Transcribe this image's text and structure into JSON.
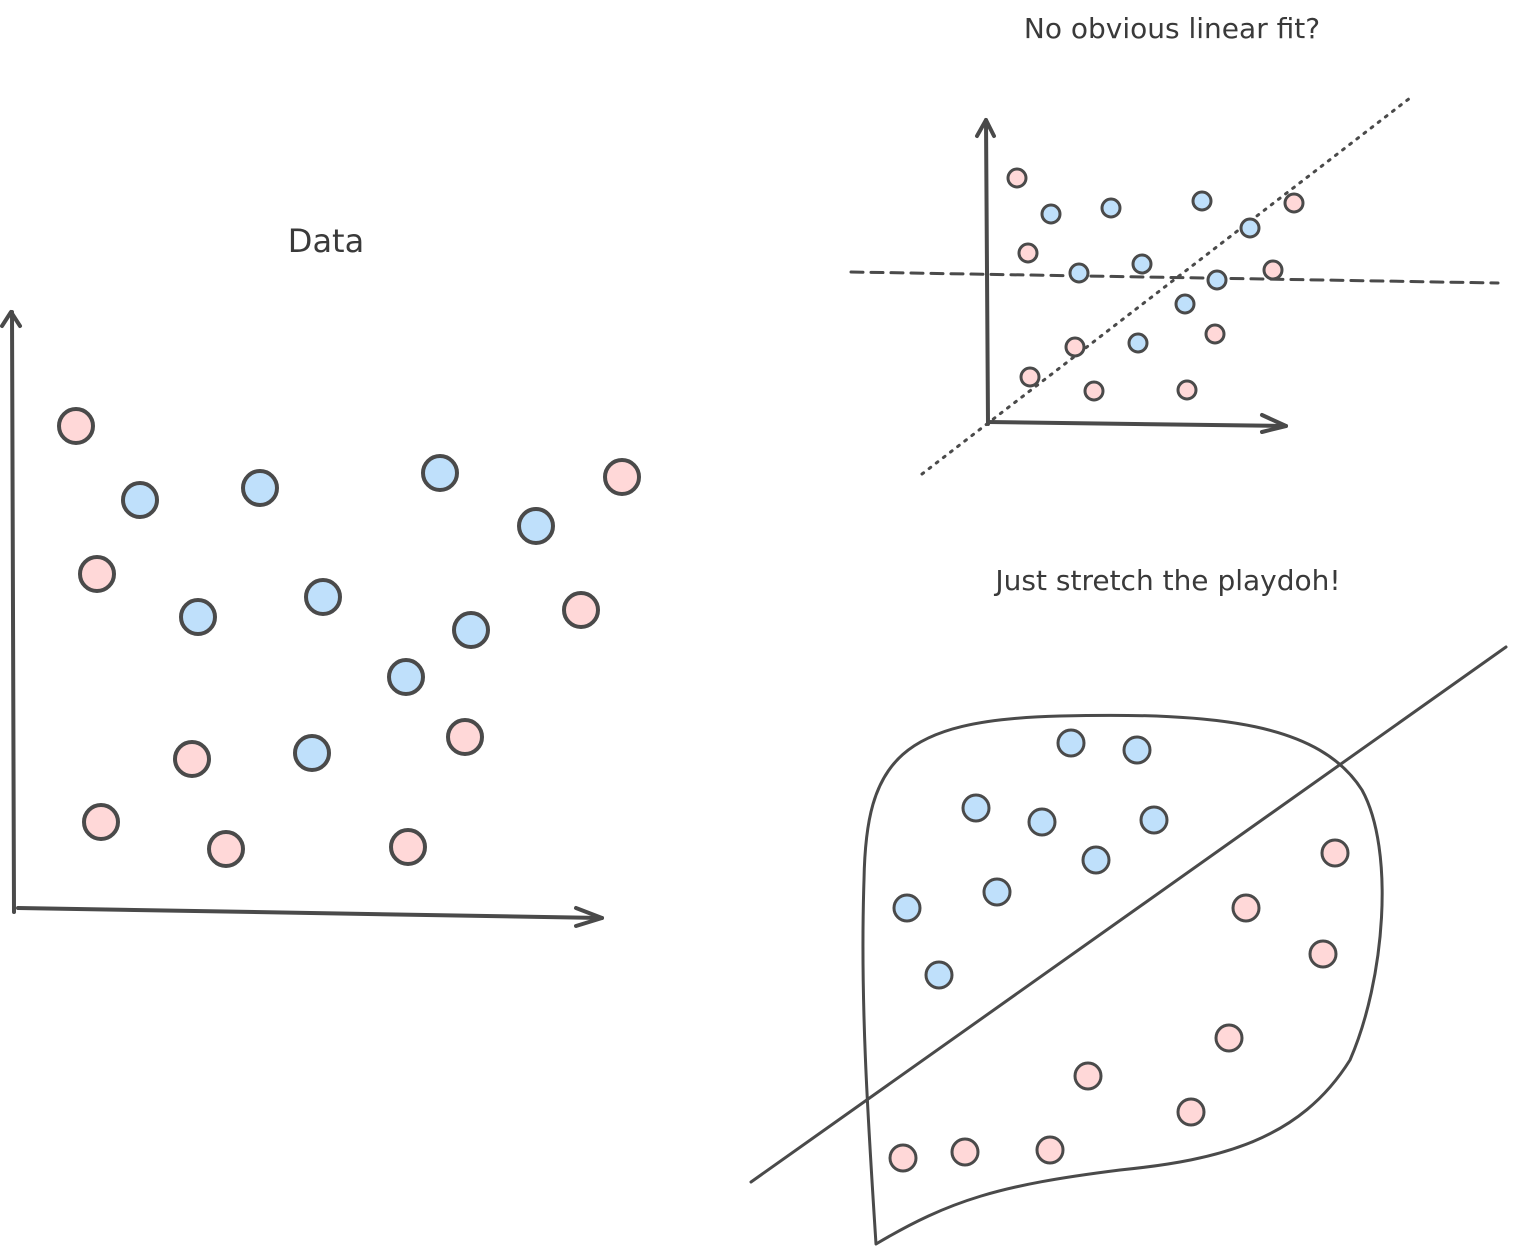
{
  "panels": {
    "data": {
      "title": "Data"
    },
    "no_fit": {
      "title": "No obvious linear fit?"
    },
    "playdoh": {
      "title": "Just stretch the playdoh!"
    }
  },
  "colors": {
    "class_a": "#ffd8d8",
    "class_b": "#bfe0fb",
    "ink": "#4a4a4a"
  },
  "icons": {
    "axis_arrow": "arrow-head-icon"
  }
}
